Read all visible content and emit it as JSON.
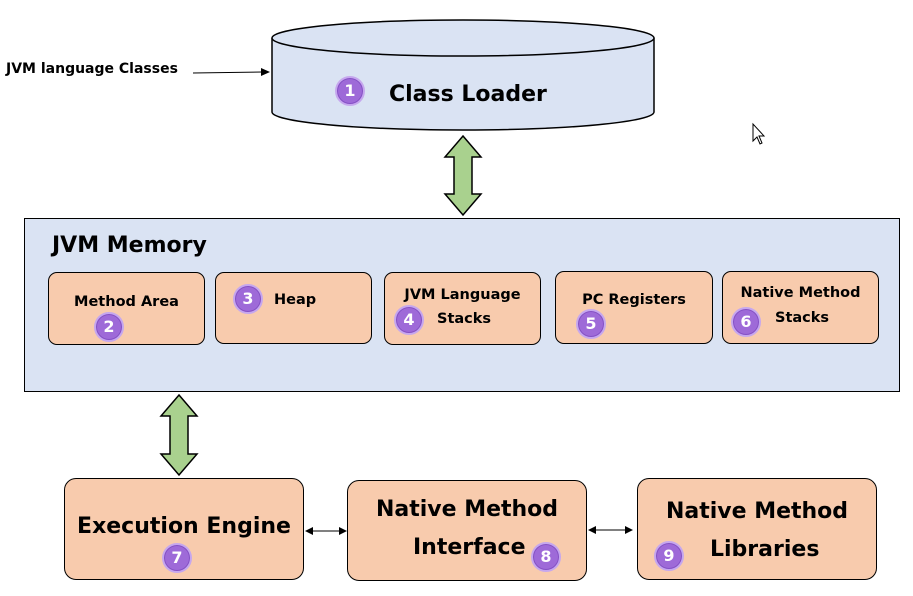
{
  "input_label": "JVM language Classes",
  "class_loader": {
    "label": "Class Loader",
    "badge": "1"
  },
  "memory": {
    "title": "JVM Memory",
    "areas": [
      {
        "line1": "Method Area",
        "line2": "",
        "badge": "2"
      },
      {
        "line1": "Heap",
        "line2": "",
        "badge": "3"
      },
      {
        "line1": "JVM Language",
        "line2": "Stacks",
        "badge": "4"
      },
      {
        "line1": "PC Registers",
        "line2": "",
        "badge": "5"
      },
      {
        "line1": "Native Method",
        "line2": "Stacks",
        "badge": "6"
      }
    ]
  },
  "execution_engine": {
    "label": "Execution Engine",
    "badge": "7"
  },
  "native_interface": {
    "line1": "Native Method",
    "line2": "Interface",
    "badge": "8"
  },
  "native_libraries": {
    "line1": "Native Method",
    "line2": "Libraries",
    "badge": "9"
  },
  "colors": {
    "cylinder_fill": "#dae3f3",
    "memory_fill": "#dae3f3",
    "box_fill": "#f8cbad",
    "arrow_fill": "#a9d18e",
    "badge_fill": "#9e6ad8"
  }
}
